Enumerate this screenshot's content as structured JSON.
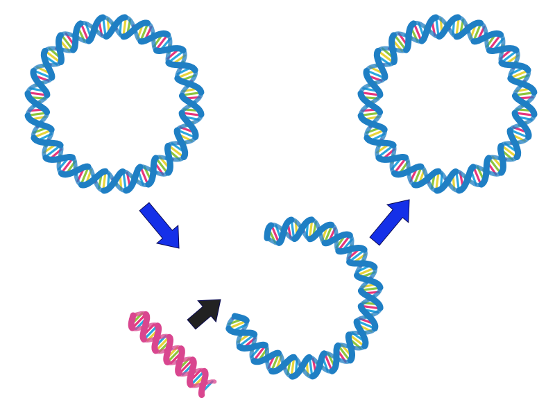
{
  "figure": {
    "description_kind": "plasmid recombination diagram",
    "elements": [
      {
        "name": "plasmid-original",
        "strand_colors": [
          "#1f7fc4",
          "#1f7fc4"
        ]
      },
      {
        "name": "plasmid-opened",
        "strand_colors": [
          "#1f7fc4",
          "#1f7fc4"
        ]
      },
      {
        "name": "insert-fragment",
        "strand_colors": [
          "#d9468f",
          "#d9468f"
        ]
      },
      {
        "name": "plasmid-recombinant",
        "strand_colors": [
          "#1f7fc4",
          "#d9468f"
        ]
      }
    ],
    "base_pair_colors": [
      "#e8d43a",
      "#8cc63f",
      "#e6367d",
      "#2aa7e0"
    ],
    "arrows": [
      {
        "name": "arrow-step-1",
        "color": "#1530e8"
      },
      {
        "name": "arrow-insert",
        "color": "#222222"
      },
      {
        "name": "arrow-step-2",
        "color": "#1530e8"
      }
    ]
  }
}
